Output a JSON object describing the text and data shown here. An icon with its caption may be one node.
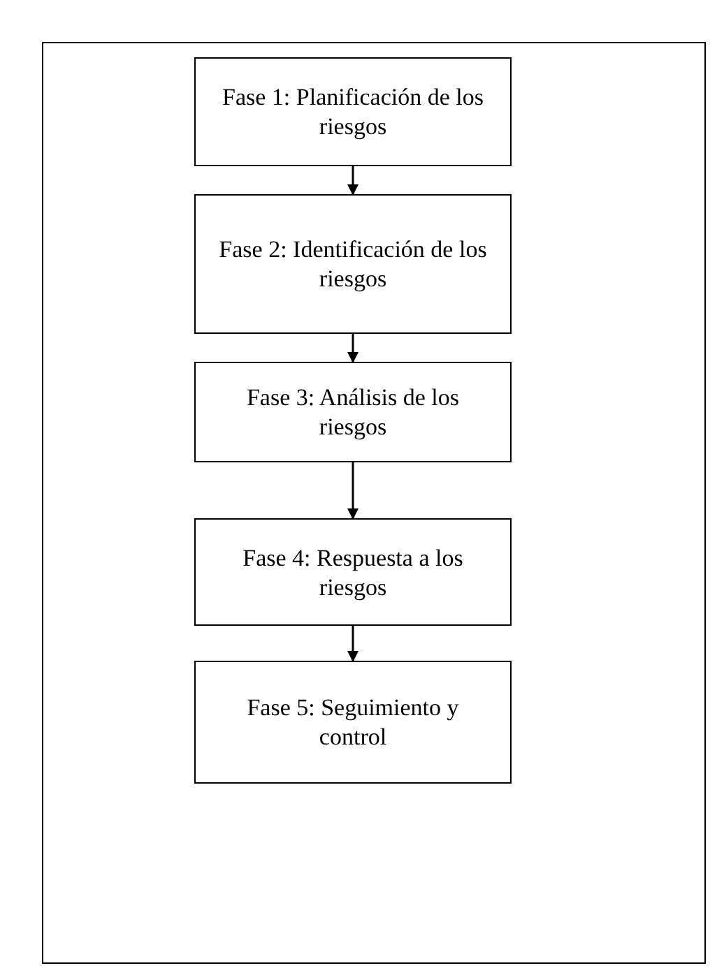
{
  "diagram": {
    "nodes": [
      {
        "text": [],
        "shape": "box"
      },
      {
        "text": [
          "Fase 1: Planificación de los riesgos"
        ],
        "in": 0
      },
      {
        "text": [
          "Fase 2: Identificación de los riesgos"
        ],
        "in": 0
      },
      {
        "text": [
          "Fase 3: Análisis de los riesgos"
        ],
        "in": 0
      },
      {
        "text": [
          "Fase 4: Respuesta a los riesgos"
        ],
        "in": 0
      },
      {
        "text": [
          "Fase 5: Seguimiento y control"
        ],
        "in": 0
      }
    ],
    "edges": [
      {
        "from": 1,
        "to": 2,
        "arrow": "to"
      },
      {
        "from": 2,
        "to": 3,
        "arrow": "to"
      },
      {
        "from": 3,
        "to": 4,
        "arrow": "to"
      },
      {
        "from": 4,
        "to": 5,
        "arrow": "to"
      }
    ]
  }
}
